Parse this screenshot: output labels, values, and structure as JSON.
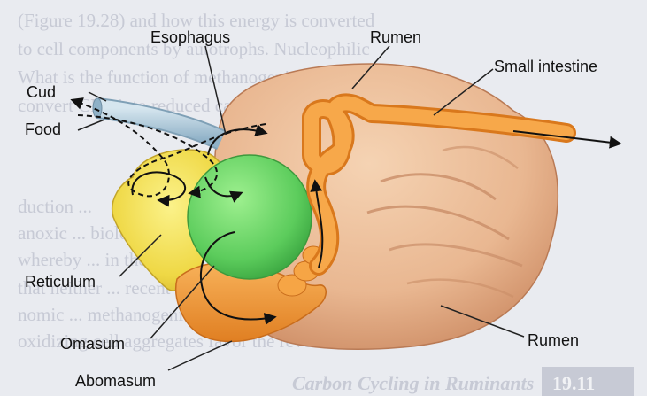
{
  "labels": {
    "esophagus": "Esophagus",
    "rumen_top": "Rumen",
    "small_intestine": "Small intestine",
    "cud": "Cud",
    "food": "Food",
    "reticulum": "Reticulum",
    "omasum": "Omasum",
    "abomasum": "Abomasum",
    "rumen_bottom": "Rumen"
  },
  "background_text": {
    "lines": [
      "(Figure 19.28) and how this energy is converted",
      "to cell components by autotrophs. Nucleophilic",
      "What is the function of methanogenic bacteria",
      "convert CH4 into reduced carbon? Describing the",
      "duction ...",
      "anoxic ... biological methane... metabolic process",
      "whereby ... in the ... (Figure ...)",
      "that neither ... recent ... experimental ge-",
      "nomic ... methanogenic ... anaerobic methane-",
      "oxidizing cell aggregates favor the reverse"
    ],
    "heading": "Carbon Cycling in Ruminants",
    "section_number": "19.11"
  },
  "colors": {
    "rumen": "#e8b590",
    "reticulum": "#f0e15a",
    "omasum": "#6ad46a",
    "abomasum": "#f19a35",
    "intestine": "#f5a441",
    "esophagus": "#b4cedd",
    "arrow": "#111111",
    "background": "#e9ebf0"
  }
}
